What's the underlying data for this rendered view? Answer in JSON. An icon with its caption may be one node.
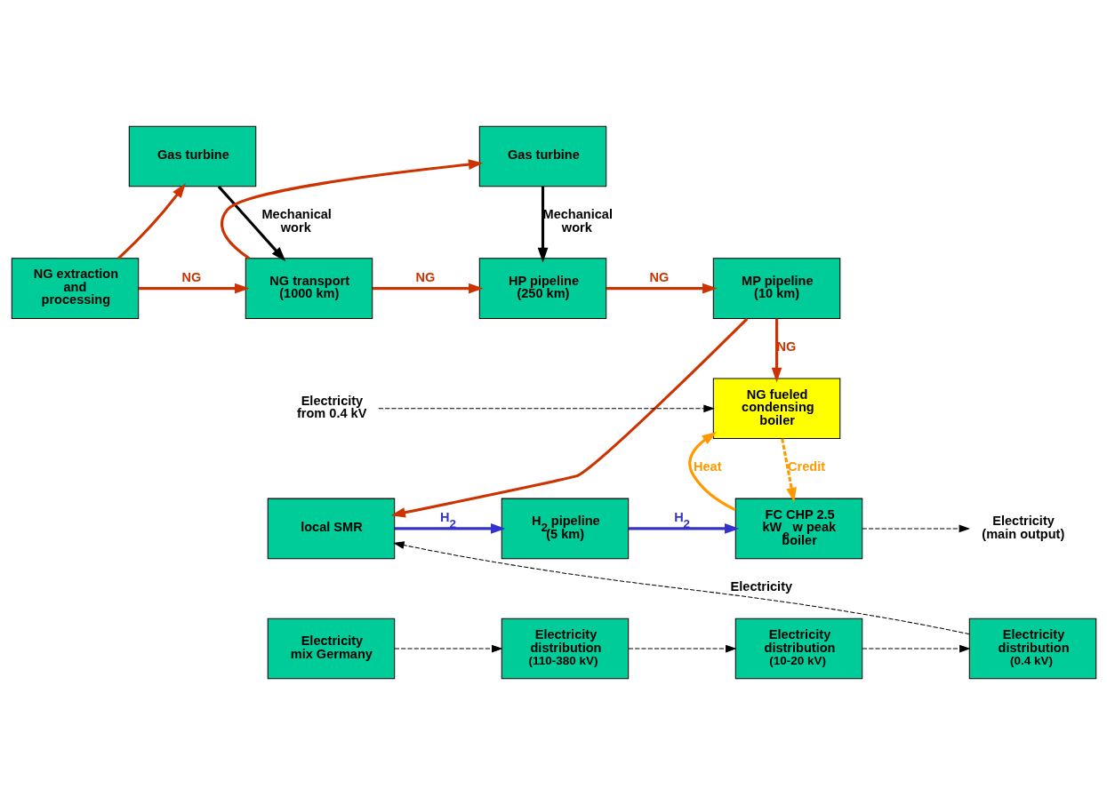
{
  "diagram": {
    "nodes": [
      {
        "text": [
          "NG extraction and processing"
        ]
      },
      {
        "text": [
          "Gas turbine"
        ]
      },
      {
        "text": [
          "NG transport (1000 km)"
        ]
      },
      {
        "text": [
          "Gas turbine"
        ]
      },
      {
        "text": [
          "HP pipeline (250 km)"
        ]
      },
      {
        "text": [
          "MP pipeline (10 km)"
        ]
      },
      {
        "text": [
          "NG fueled condensing boiler"
        ]
      },
      {
        "text": [
          "local SMR"
        ]
      },
      {
        "text": [
          "H$_{2}$ pipeline (5 km)"
        ]
      },
      {
        "text": [
          "FC CHP 2.5 kW$_{e}$ w peak boiler"
        ]
      },
      {
        "text": [
          "Electricity mix Germany"
        ]
      },
      {
        "text": [
          "Electricity distribution",
          "(110-380 kV)"
        ]
      },
      {
        "text": [
          "Electricity distribution",
          "(10-20 kV)"
        ]
      },
      {
        "text": [
          "Electricity distribution",
          "(0.4 kV)"
        ]
      },
      {
        "text": [
          "Electricity from 0.4 kV"
        ]
      },
      {
        "text": [
          "Electricity (main output)"
        ]
      }
    ],
    "edges": [
      {
        "from": 0,
        "to": 1,
        "arrow": "to",
        "color": "#cc3300"
      },
      {
        "from": 0,
        "to": 2,
        "arrow": "to",
        "label": "NG",
        "color": "#cc3300"
      },
      {
        "from": 1,
        "to": 2,
        "arrow": "to",
        "label": "Mechanical work"
      },
      {
        "from": 2,
        "to": 3,
        "arrow": "to",
        "color": "#cc3300"
      },
      {
        "from": 2,
        "to": 4,
        "arrow": "to",
        "label": "NG",
        "color": "#cc3300"
      },
      {
        "from": 3,
        "to": 4,
        "arrow": "to",
        "label": "Mechanical work"
      },
      {
        "from": 4,
        "to": 5,
        "arrow": "to",
        "label": "NG",
        "color": "#cc3300"
      },
      {
        "from": 5,
        "to": 6,
        "arrow": "to",
        "label": "NG",
        "color": "#cc3300"
      },
      {
        "from": 5,
        "to": 7,
        "arrow": "to",
        "color": "#cc3300"
      },
      {
        "from": 14,
        "to": 6,
        "arrow": "to",
        "style": "dashed"
      },
      {
        "from": 9,
        "to": 6,
        "arrow": "to",
        "label": "Heat",
        "color": "#ff9900"
      },
      {
        "from": 6,
        "to": 9,
        "arrow": "to",
        "label": "Credit",
        "style": "dashed",
        "color": "#ff9900"
      },
      {
        "from": 7,
        "to": 8,
        "arrow": "to",
        "label": "H$_{2}$",
        "color": "#3333cc"
      },
      {
        "from": 8,
        "to": 9,
        "arrow": "to",
        "label": "H$_{2}$",
        "color": "#3333cc"
      },
      {
        "from": 9,
        "to": 15,
        "arrow": "to",
        "style": "dashed"
      },
      {
        "from": 10,
        "to": 11,
        "arrow": "to",
        "style": "dashed"
      },
      {
        "from": 11,
        "to": 12,
        "arrow": "to",
        "style": "dashed"
      },
      {
        "from": 12,
        "to": 13,
        "arrow": "to",
        "style": "dashed"
      },
      {
        "from": 13,
        "to": 7,
        "arrow": "to",
        "label": "Electricity",
        "style": "dashed"
      }
    ]
  }
}
